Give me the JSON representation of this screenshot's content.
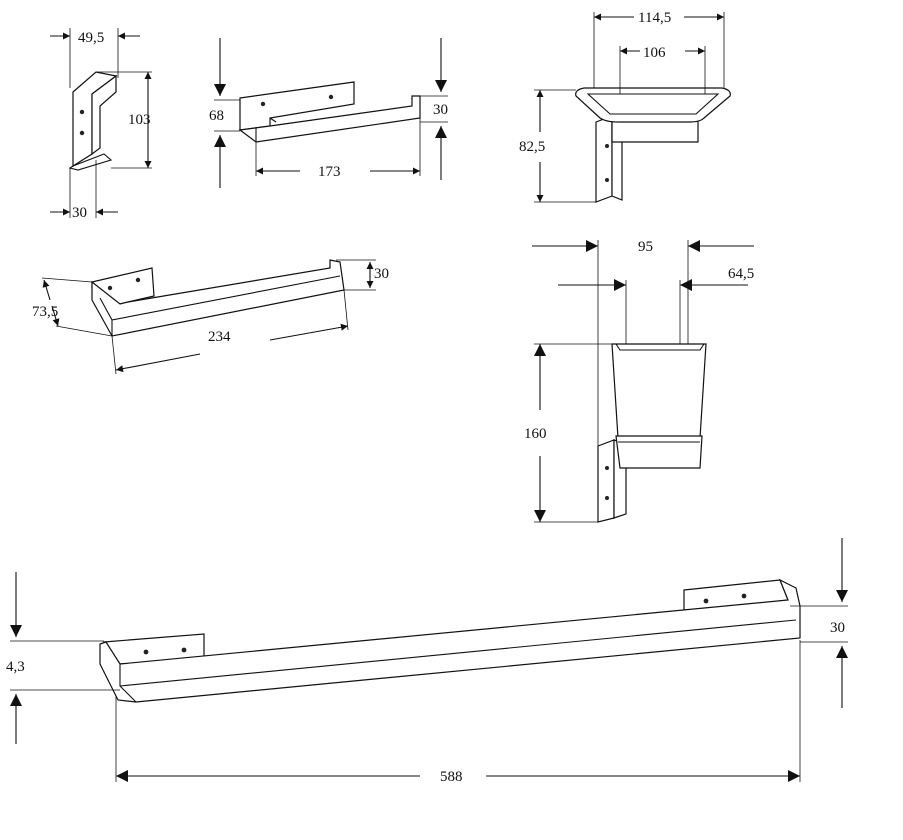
{
  "colors": {
    "line": "#111111",
    "background": "#ffffff"
  },
  "views": {
    "hook": {
      "width": "49,5",
      "height": "103",
      "depth": "30"
    },
    "paper_holder": {
      "height": "68",
      "length": "173",
      "depth": "30"
    },
    "soap_dish": {
      "outer_width": "114,5",
      "inner_width": "106",
      "height": "82,5"
    },
    "towel_ring": {
      "depth": "73,5",
      "length": "234",
      "height": "30"
    },
    "tumbler": {
      "total_depth": "95",
      "cup_depth": "64,5",
      "height": "160"
    },
    "towel_bar": {
      "offset": "4,3",
      "length": "588",
      "height": "30"
    }
  }
}
